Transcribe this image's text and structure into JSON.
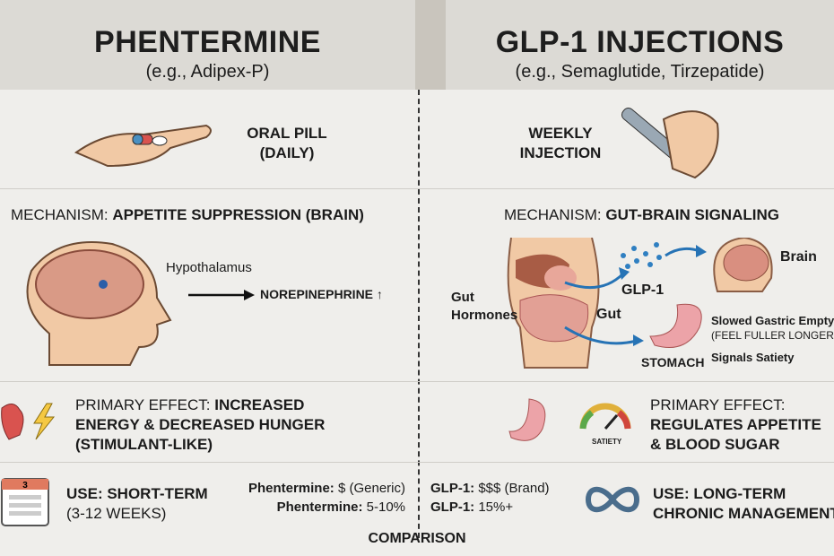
{
  "left": {
    "title": "PHENTERMINE",
    "subtitle": "(e.g., Adipex-P)",
    "form": [
      "ORAL PILL",
      "(DAILY)"
    ],
    "mechanism_prefix": "MECHANISM: ",
    "mechanism": "APPETITE SUPPRESSION (BRAIN)",
    "hypothalamus": "Hypothalamus",
    "neuro": "NOREPINEPHRINE ↑",
    "effect_prefix": "PRIMARY EFFECT: ",
    "effect_line1": "INCREASED",
    "effect_line2": "ENERGY & DECREASED HUNGER",
    "effect_line3": "(STIMULANT-LIKE)",
    "use_line1": "USE: SHORT-TERM",
    "use_line2": "(3-12 WEEKS)",
    "calendar_day": "3",
    "cost_name": "Phentermine:",
    "cost": " $ (Generic)",
    "loss_name": "Phentermine:",
    "loss": " 5-10%"
  },
  "right": {
    "title": "GLP-1 INJECTIONS",
    "subtitle": "(e.g., Semaglutide, Tirzepatide)",
    "form": [
      "WEEKLY",
      "INJECTION"
    ],
    "mechanism_prefix": "MECHANISM: ",
    "mechanism": "GUT-BRAIN SIGNALING",
    "gut_hormones": [
      "Gut",
      "Hormones"
    ],
    "gut": "Gut",
    "glp1": "GLP-1",
    "brain": "Brain",
    "stomach": "STOMACH",
    "slowed": "Slowed Gastric Empty",
    "fuller": "(FEEL FULLER LONGER)",
    "satiety_signal": "Signals Satiety",
    "effect_prefix": "PRIMARY EFFECT:",
    "effect_line1": "REGULATES APPETITE",
    "effect_line2": "& BLOOD SUGAR",
    "gauge_label": "SATIETY",
    "use_line1": "USE: LONG-TERM",
    "use_line2": "CHRONIC MANAGEMENT",
    "cost_name": "GLP-1:",
    "cost": " $$$ (Brand)",
    "loss_name": "GLP-1:",
    "loss": " 15%+"
  },
  "footer": "COMPARISON"
}
